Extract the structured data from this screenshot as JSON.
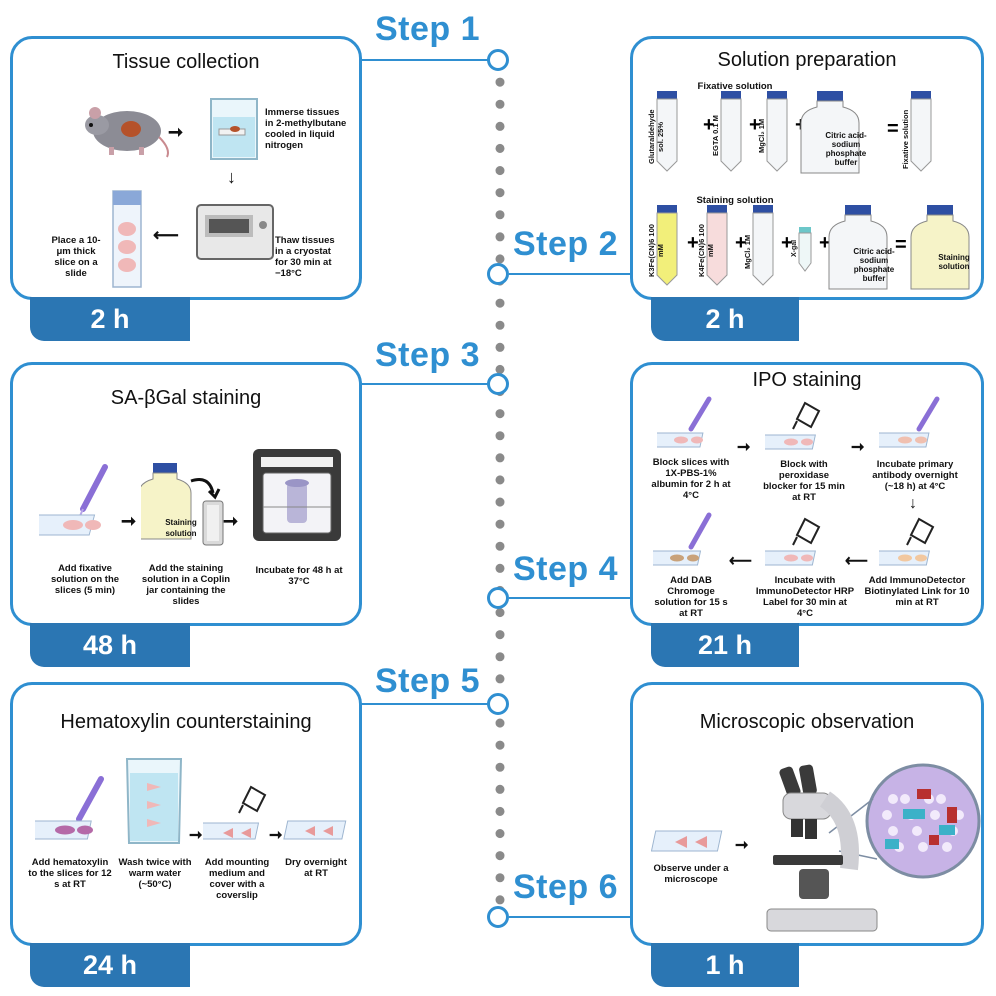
{
  "steps": [
    "Step 1",
    "Step 2",
    "Step 3",
    "Step 4",
    "Step 5",
    "Step 6"
  ],
  "panels": {
    "p1": {
      "title": "Tissue collection",
      "time": "2 h",
      "captions": {
        "immerse": "Immerse tissues in 2-methylbutane cooled in liquid nitrogen",
        "thaw": "Thaw tissues in a cryostat for 30 min at −18°C",
        "place": "Place a 10-μm thick slice on a slide"
      }
    },
    "p2": {
      "title": "Solution preparation",
      "time": "2 h",
      "fixative_label": "Fixative solution",
      "staining_label": "Staining solution",
      "fix_tubes": [
        "Glutaraldehyde sol. 25%",
        "EGTA 0.1 M",
        "MgCl₂ 1M"
      ],
      "buffer": "Citric acid-sodium phosphate buffer",
      "fix_result": "Fixative solution",
      "stain_tubes": [
        "K3Fe(CN)6 100 mM",
        "K4Fe(CN)6 100 mM",
        "MgCl₂ 1M"
      ],
      "xgal": "X-gal",
      "stain_result": "Staining solution"
    },
    "p3": {
      "title": "SA-βGal staining",
      "time": "48 h",
      "bottle_label": "Staining solution",
      "captions": {
        "fix": "Add fixative solution on the slices (5 min)",
        "add": "Add the staining solution in a Coplin jar containing the slides",
        "incubate": "Incubate for 48 h at 37°C"
      }
    },
    "p4": {
      "title": "IPO staining",
      "time": "21 h",
      "captions": {
        "block": "Block slices with 1X-PBS-1% albumin for 2 h at 4°C",
        "perox": "Block with peroxidase blocker for 15 min at RT",
        "primary": "Incubate primary antibody overnight (~18 h) at 4°C",
        "link": "Add ImmunoDetector Biotinylated Link for 10 min at RT",
        "hrp": "Incubate with ImmunoDetector HRP Label for 30 min at 4°C",
        "dab": "Add DAB Chromoge solution for 15 s at RT"
      }
    },
    "p5": {
      "title": "Hematoxylin counterstaining",
      "time": "24 h",
      "captions": {
        "hema": "Add hematoxylin to the slices for 12 s at RT",
        "wash": "Wash twice with warm water (~50°C)",
        "mount": "Add mounting medium and cover with a coverslip",
        "dry": "Dry overnight at RT"
      }
    },
    "p6": {
      "title": "Microscopic observation",
      "time": "1 h",
      "captions": {
        "observe": "Observe under a microscope"
      }
    }
  },
  "colors": {
    "accent": "#2f8fd1",
    "time_box": "#2b76b3",
    "timeline_dots": "#8a8a8a",
    "tube_cap": "#2e4fa3",
    "pipette": "#8a6fd6",
    "k3_yellow": "#f2ef7a",
    "k4_pink": "#f7dcdc"
  }
}
